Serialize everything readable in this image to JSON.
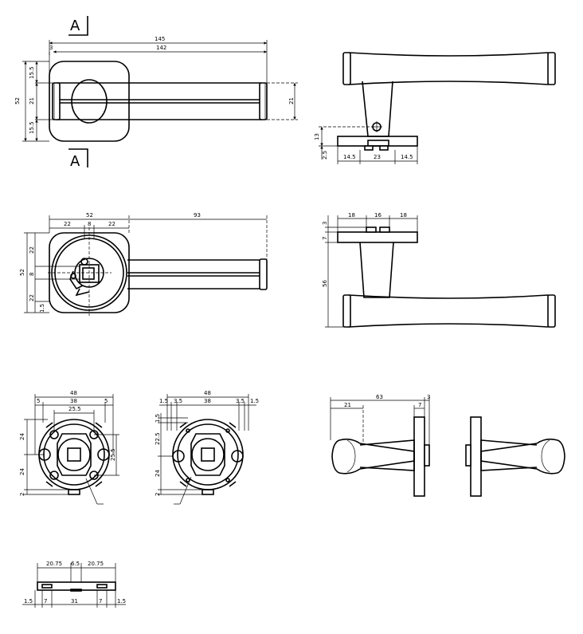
{
  "section": {
    "marker": "A"
  },
  "views": {
    "top": {
      "overall": "145",
      "inner": "142",
      "offset": "3",
      "height": "52",
      "upper": "15.5",
      "middle": "21",
      "lower": "15.5",
      "right": "21"
    },
    "side": {
      "height": "13",
      "base": "2.5",
      "left": "14.5",
      "center": "23",
      "right": "14.5"
    },
    "rear": {
      "width": "52",
      "left": "22",
      "mid": "8",
      "right": "22",
      "lever": "93",
      "height": "52",
      "upper": "22",
      "middle": "8",
      "lower": "22",
      "bottom": "1.5"
    },
    "front": {
      "gap": "3",
      "left": "18",
      "center": "16",
      "right": "18",
      "rose": "7",
      "height": "56"
    },
    "rose_a": {
      "width": "48",
      "inner": "38",
      "left": "5",
      "right": "5",
      "hole": "25.5",
      "upper": "24",
      "lower": "24",
      "side": "25.5",
      "bottom": "2"
    },
    "rose_b": {
      "width": "48",
      "inner": "38",
      "a": "1.5",
      "b": "3.5",
      "c": "3.5",
      "d": "1.5",
      "top": "1.5",
      "upper": "22.5",
      "lower": "24",
      "bottom": "2"
    },
    "profile": {
      "length": "63",
      "front": "21",
      "gap": "3",
      "rose": "7"
    },
    "plate": {
      "left": "20.75",
      "center": "6.5",
      "right": "20.75",
      "a": "1.5",
      "b": "7",
      "c": "31",
      "d": "7",
      "e": "1.5"
    }
  }
}
